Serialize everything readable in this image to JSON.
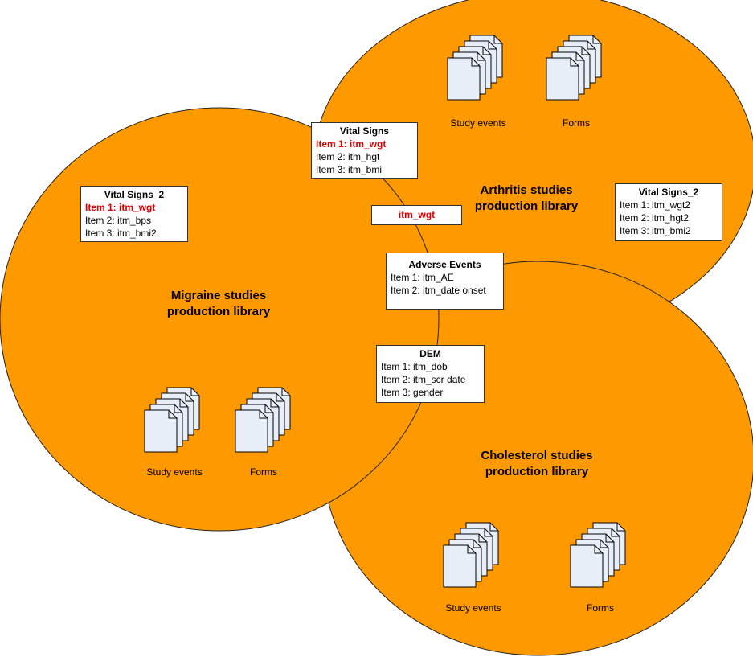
{
  "colors": {
    "circle_fill": "#FF9900",
    "circle_stroke": "#222222",
    "highlight": "#E00000",
    "doc_fill": "#E8EEF8"
  },
  "libraries": {
    "migraine": {
      "line1": "Migraine studies",
      "line2": "production library"
    },
    "arthritis": {
      "line1": "Arthritis studies",
      "line2": "production library"
    },
    "cholesterol": {
      "line1": "Cholesterol studies",
      "line2": "production library"
    }
  },
  "doc_labels": {
    "study_events": "Study events",
    "forms": "Forms"
  },
  "icons": {
    "document_stack": "document-stack-icon"
  },
  "forms": {
    "vital_signs_shared": {
      "title": "Vital Signs",
      "items": [
        "Item 1: itm_wgt",
        "Item 2: itm_hgt",
        "Item 3: itm_bmi"
      ]
    },
    "vital_signs_2_migraine": {
      "title": "Vital Signs_2",
      "items": [
        "Item 1: itm_wgt",
        "Item 2: itm_bps",
        "Item 3: itm_bmi2"
      ]
    },
    "vital_signs_2_arthritis": {
      "title": "Vital Signs_2",
      "items": [
        "Item 1: itm_wgt2",
        "Item 2: itm_hgt2",
        "Item 3: itm_bmi2"
      ]
    },
    "adverse_events": {
      "title": "Adverse Events",
      "items": [
        "Item 1: itm_AE",
        "Item 2: itm_date onset"
      ]
    },
    "dem": {
      "title": "DEM",
      "items": [
        "Item 1: itm_dob",
        "Item 2: itm_scr date",
        "Item 3: gender"
      ]
    }
  },
  "shared_item": {
    "label": "itm_wgt"
  }
}
